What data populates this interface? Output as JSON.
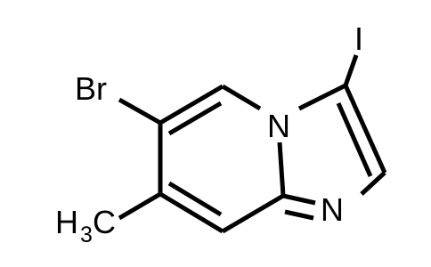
{
  "atoms": {
    "bromine": "Br",
    "iodine": "I",
    "bridge_nitrogen": "N",
    "imidazole_nitrogen": "N",
    "methyl_carbon": "H",
    "methyl_subscript": "3",
    "methyl_c": "C"
  },
  "colors": {
    "bond": "#000000",
    "background": "#ffffff"
  }
}
